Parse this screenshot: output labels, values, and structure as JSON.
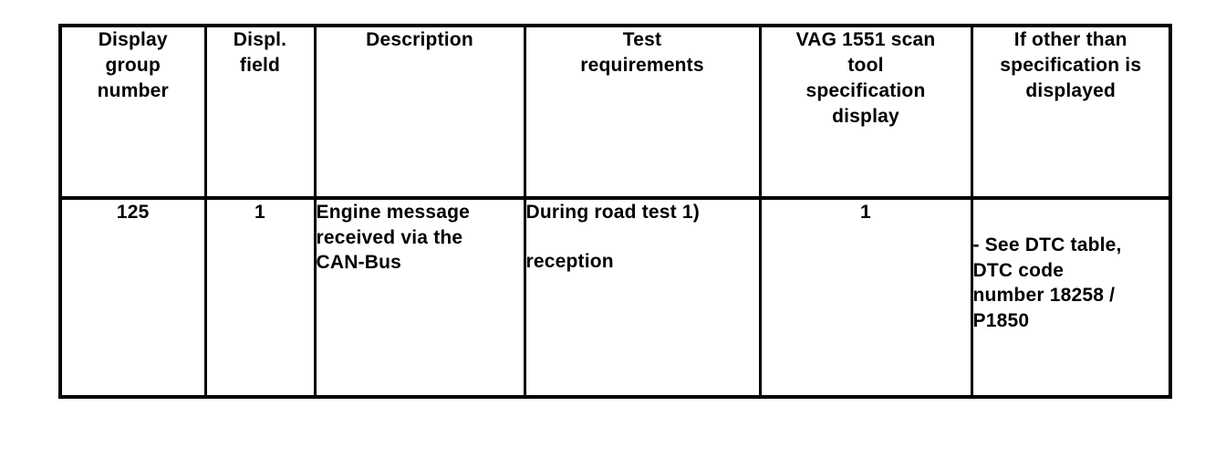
{
  "page": {
    "background_color": "#ffffff",
    "ink_color": "#000000"
  },
  "table": {
    "border_color": "#000000",
    "columns": [
      {
        "key": "display_group_number",
        "header": "Display\ngroup\nnumber"
      },
      {
        "key": "displ_field",
        "header": "Displ.\nfield"
      },
      {
        "key": "description",
        "header": "Description"
      },
      {
        "key": "test_requirements",
        "header": "Test\nrequirements"
      },
      {
        "key": "vag_1551_spec_display",
        "header": "VAG 1551 scan\ntool\nspecification\ndisplay"
      },
      {
        "key": "if_other_than_spec",
        "header": "If other than\nspecification is\ndisplayed"
      }
    ],
    "rows": [
      {
        "display_group_number": "125",
        "displ_field": "1",
        "description": "Engine message\nreceived via the\nCAN-Bus",
        "test_requirements_primary": "During road test 1)",
        "test_requirements_secondary": "reception",
        "vag_1551_spec_display": "1",
        "if_other_than_spec": "- See DTC table,\nDTC code\nnumber 18258 /\nP1850"
      }
    ]
  }
}
